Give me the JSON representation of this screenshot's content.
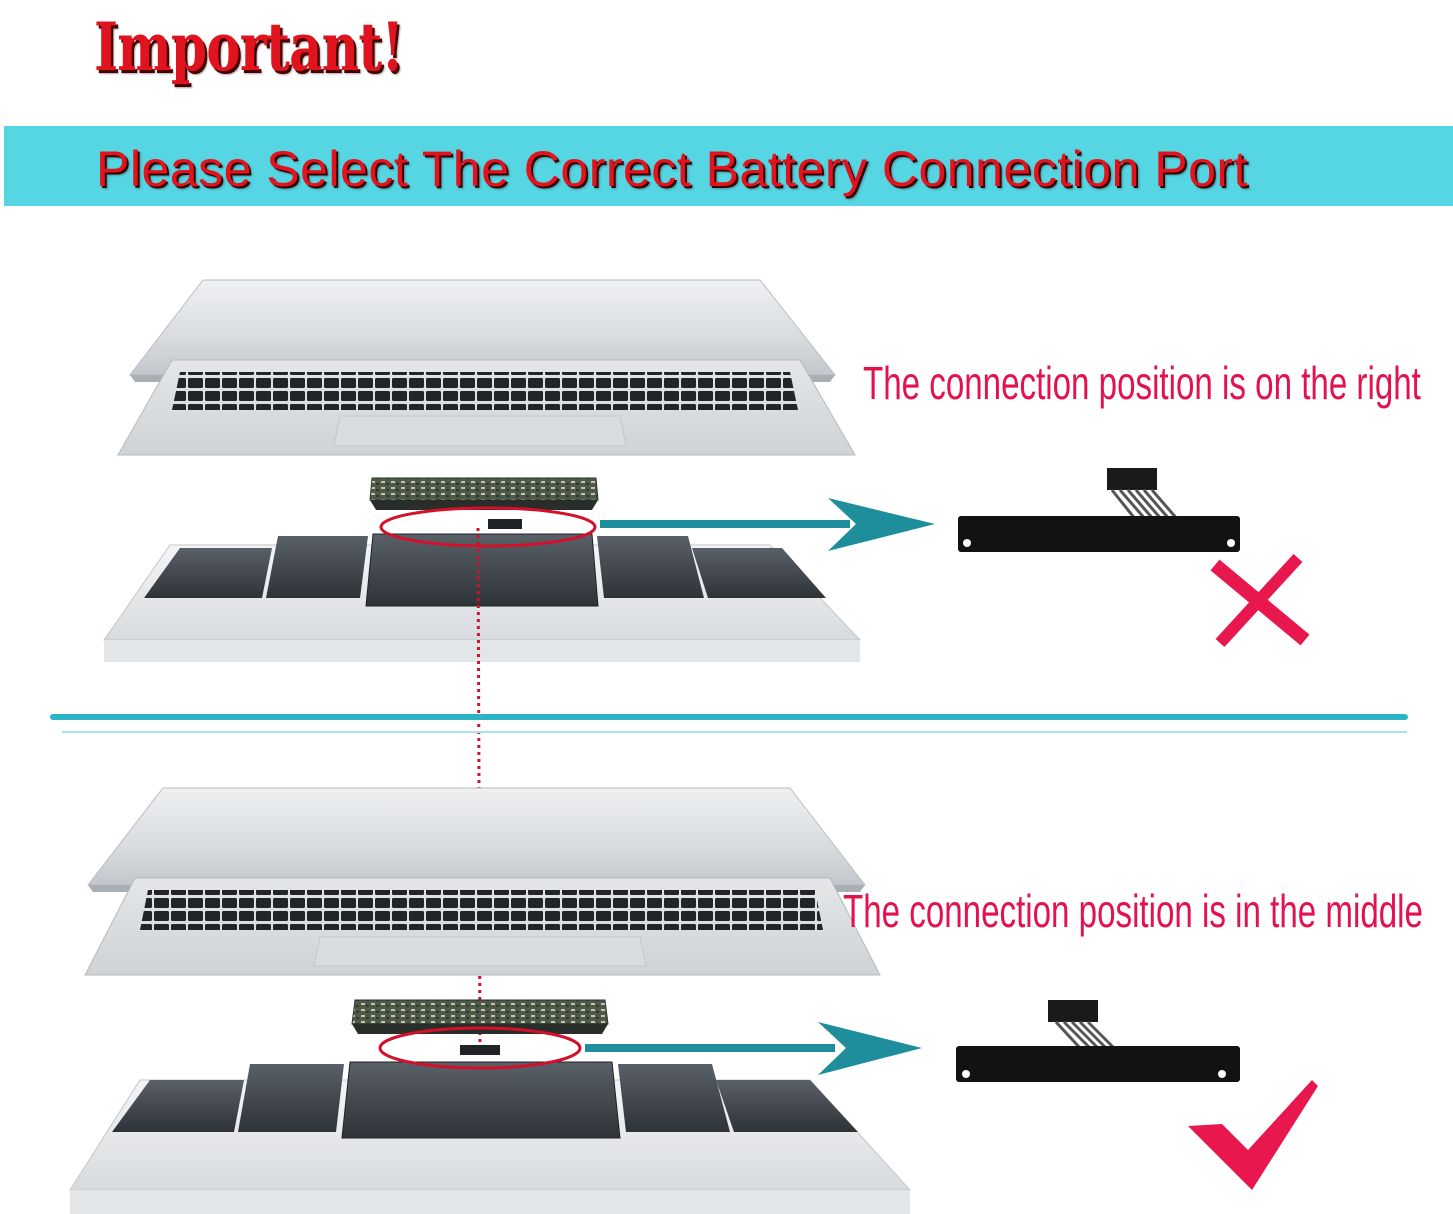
{
  "heading": "Important!",
  "banner": {
    "text": "Please Select The Correct Battery Connection Port",
    "color": "#56d6e3"
  },
  "top_example": {
    "caption": "The connection position is on the right",
    "status": "incorrect",
    "status_icon": "cross-icon"
  },
  "bottom_example": {
    "caption": "The connection position is in the middle",
    "status": "correct",
    "status_icon": "checkmark-icon"
  },
  "colors": {
    "heading": "#e0141e",
    "caption": "#e3124e",
    "arrow": "#1e8e9c",
    "highlight_circle": "#d4102a",
    "divider": "#2bb3c6"
  }
}
